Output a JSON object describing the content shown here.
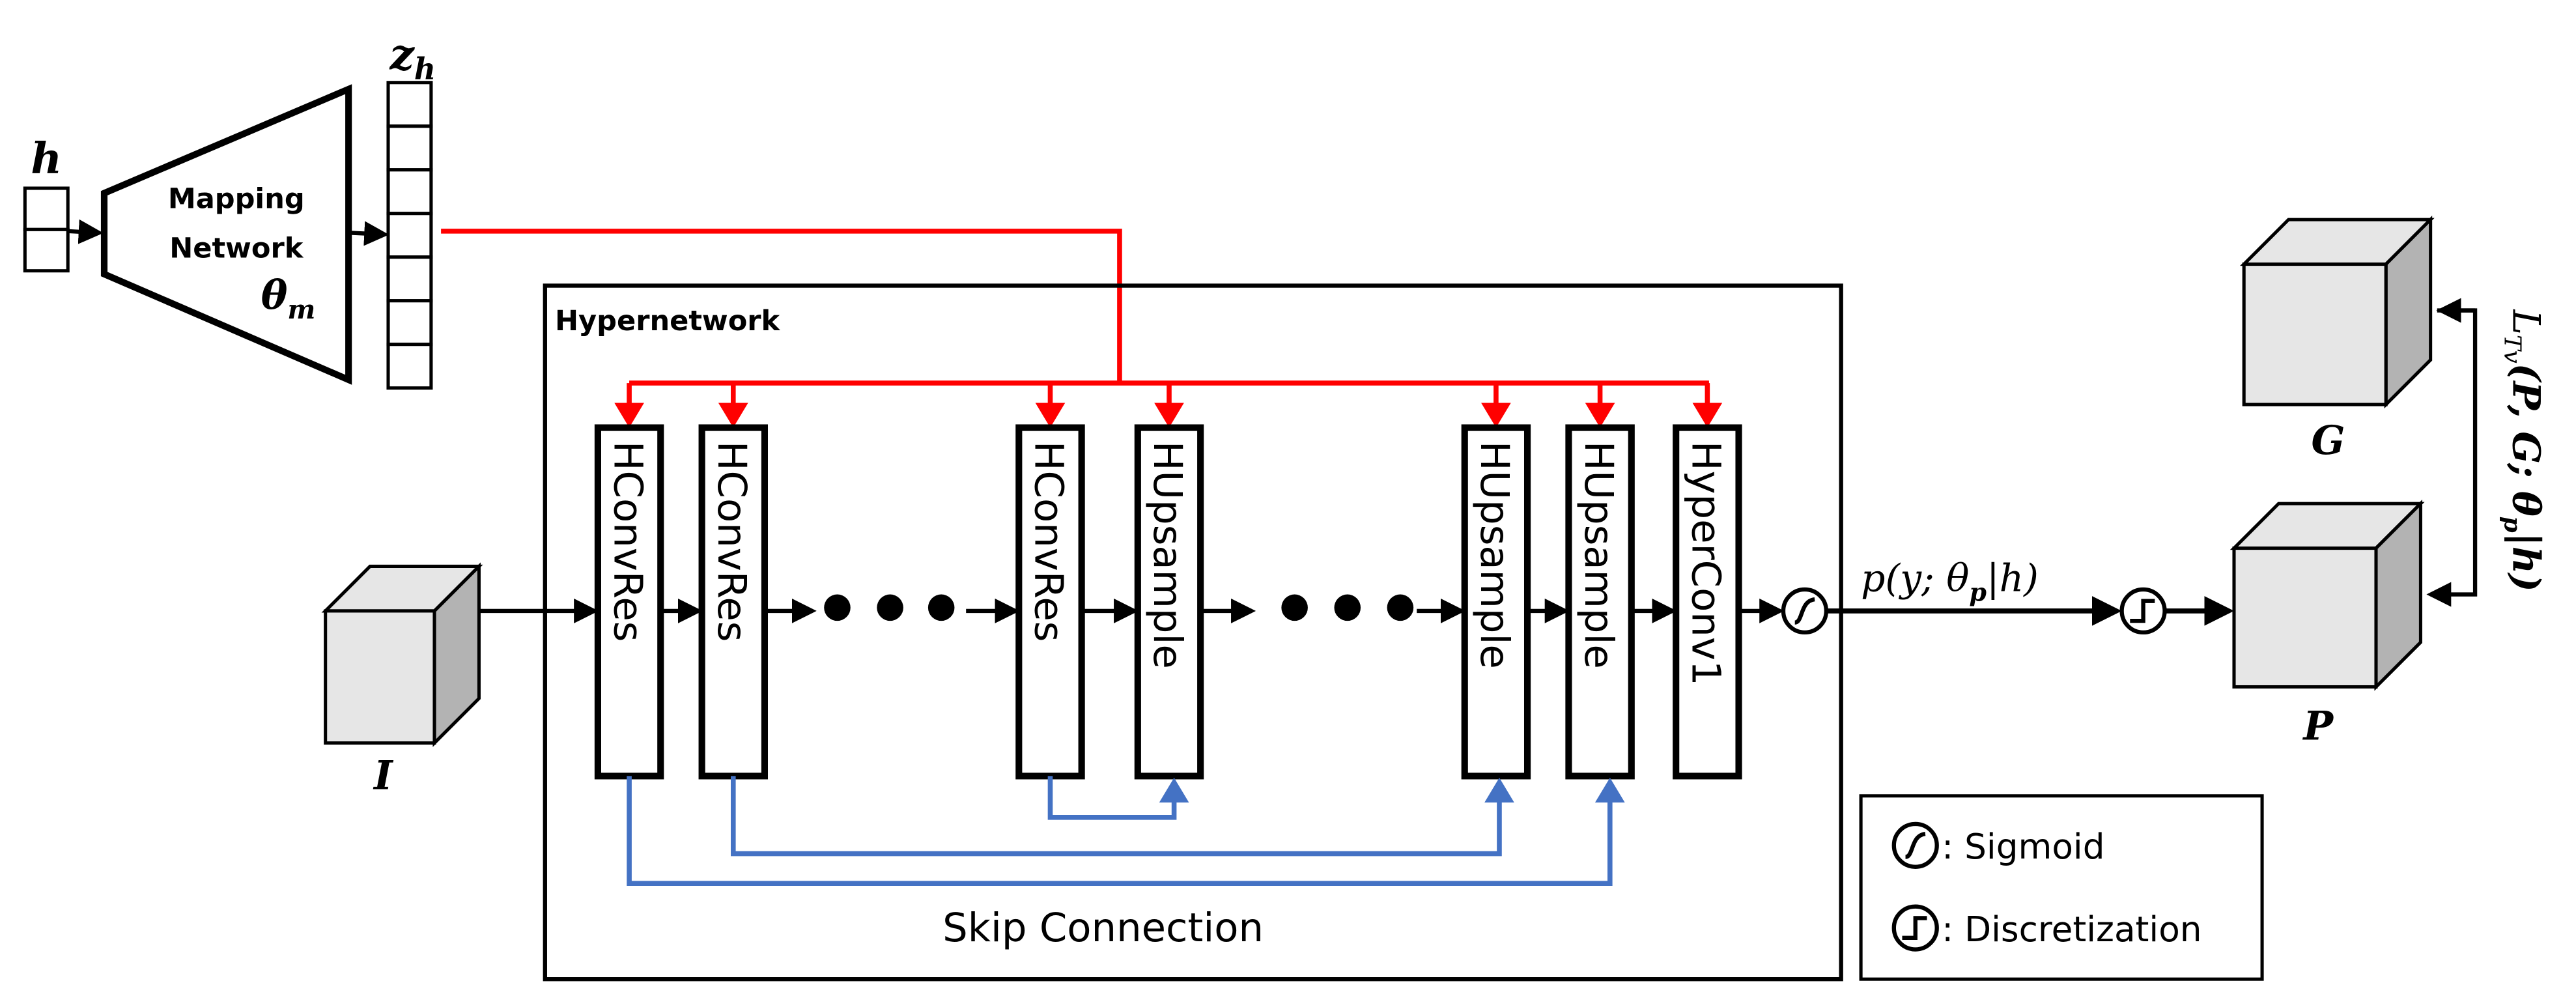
{
  "input": {
    "label": "h"
  },
  "mapping_network": {
    "line1": "Mapping",
    "line2": "Network",
    "param": "θ",
    "param_sub": "m"
  },
  "latent": {
    "label": "z",
    "label_sub": "h",
    "cells": 7
  },
  "hypernetwork": {
    "title": "Hypernetwork",
    "blocks": [
      "HConvRes",
      "HConvRes",
      "HConvRes",
      "HUpsample",
      "HUpsample",
      "HUpsample",
      "HyperConv1"
    ],
    "skip_label": "Skip Connection"
  },
  "image": {
    "label": "I"
  },
  "output": {
    "expr": "p(y; θ",
    "expr_sub": "p",
    "expr_end": "|h)"
  },
  "prediction": {
    "label": "P"
  },
  "ground_truth": {
    "label": "G"
  },
  "loss": {
    "expr": "L",
    "expr_sub": "Tv",
    "expr_args": "(P, G; θ",
    "args_sub": "p",
    "args_end": "|h)"
  },
  "legend": {
    "sigmoid": ": Sigmoid",
    "discretization": ": Discretization"
  },
  "colors": {
    "conditioning": "#ff0000",
    "skip": "#4472c4",
    "cube_front": "#e6e6e6",
    "cube_side": "#b3b3b3"
  }
}
